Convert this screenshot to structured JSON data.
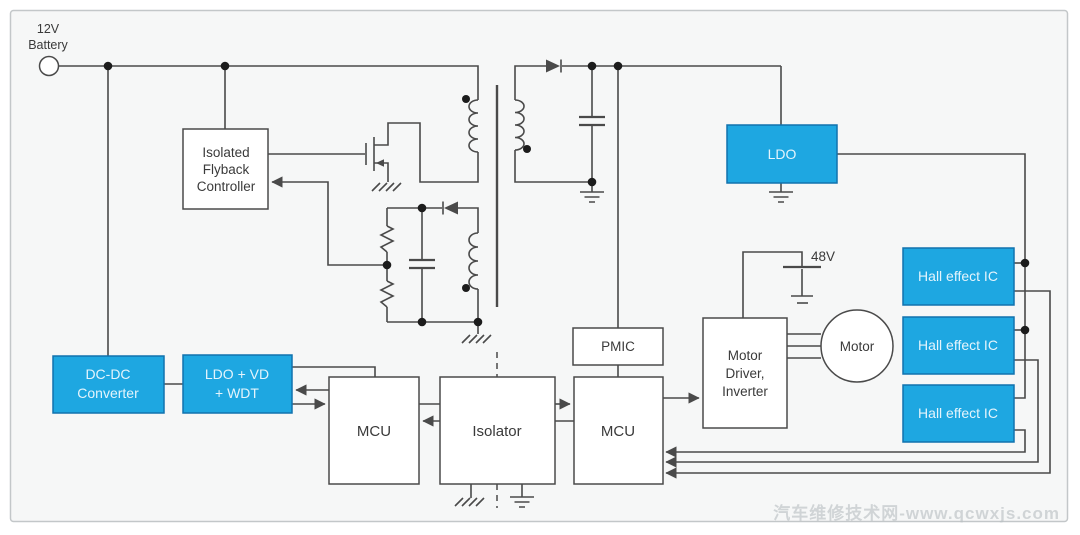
{
  "colors": {
    "block_blue": "#1EA7E1",
    "block_blue_border": "#1172AE",
    "wire": "#4A4A4A",
    "panel_bg": "#F6F7F7",
    "panel_border": "#C3C7C9",
    "text": "#3A3A3A",
    "block_text_light": "#E4F4FC",
    "watermark": "#B9BFC3"
  },
  "battery": {
    "line1": "12V",
    "line2": "Battery"
  },
  "blocks": {
    "flyback_controller": {
      "line1": "Isolated",
      "line2": "Flyback",
      "line3": "Controller"
    },
    "ldo": {
      "label": "LDO"
    },
    "dcdc": {
      "line1": "DC-DC",
      "line2": "Converter"
    },
    "ldo_vd_wdt": {
      "line1": "LDO + VD",
      "line2": "+ WDT"
    },
    "mcu_left": {
      "label": "MCU"
    },
    "isolator": {
      "label": "Isolator"
    },
    "mcu_right": {
      "label": "MCU"
    },
    "pmic": {
      "label": "PMIC"
    },
    "motor_driver": {
      "line1": "Motor",
      "line2": "Driver,",
      "line3": "Inverter"
    },
    "motor": {
      "label": "Motor"
    },
    "hall1": {
      "label": "Hall effect IC"
    },
    "hall2": {
      "label": "Hall effect IC"
    },
    "hall3": {
      "label": "Hall effect IC"
    }
  },
  "labels": {
    "supply_48v": "48V"
  },
  "watermark": {
    "text": "汽车维修技术网-www.qcwxjs.com"
  }
}
